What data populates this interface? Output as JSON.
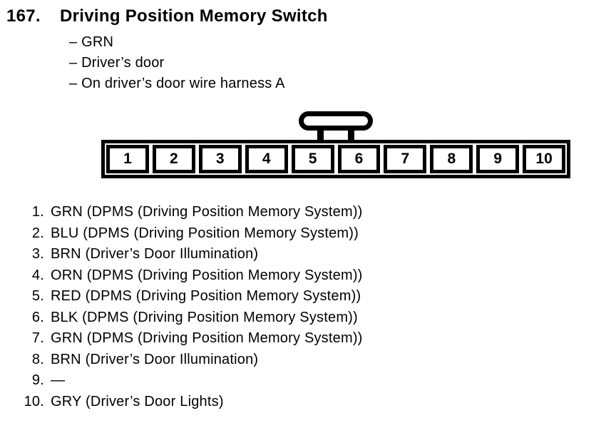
{
  "colors": {
    "ink": "#000000",
    "paper": "#ffffff"
  },
  "entry": {
    "number": "167.",
    "title": "Driving Position Memory Switch",
    "details": [
      "– GRN",
      "– Driver’s door",
      "– On driver’s door wire harness A"
    ]
  },
  "connector": {
    "type": "10-position connector, single row, lock tab on top between pins 5 and 6",
    "pins": [
      "1",
      "2",
      "3",
      "4",
      "5",
      "6",
      "7",
      "8",
      "9",
      "10"
    ]
  },
  "pin_list": {
    "items": [
      {
        "num": "1.",
        "desc": "GRN (DPMS (Driving Position Memory System))"
      },
      {
        "num": "2.",
        "desc": "BLU (DPMS (Driving Position Memory System))"
      },
      {
        "num": "3.",
        "desc": "BRN (Driver’s Door Illumination)"
      },
      {
        "num": "4.",
        "desc": "ORN (DPMS (Driving Position Memory System))"
      },
      {
        "num": "5.",
        "desc": "RED (DPMS (Driving Position Memory System))"
      },
      {
        "num": "6.",
        "desc": "BLK (DPMS (Driving Position Memory System))"
      },
      {
        "num": "7.",
        "desc": "GRN (DPMS (Driving Position Memory System))"
      },
      {
        "num": "8.",
        "desc": "BRN (Driver’s Door Illumination)"
      },
      {
        "num": "9.",
        "desc": "—"
      },
      {
        "num": "10.",
        "desc": "GRY (Driver’s Door Lights)"
      }
    ]
  }
}
